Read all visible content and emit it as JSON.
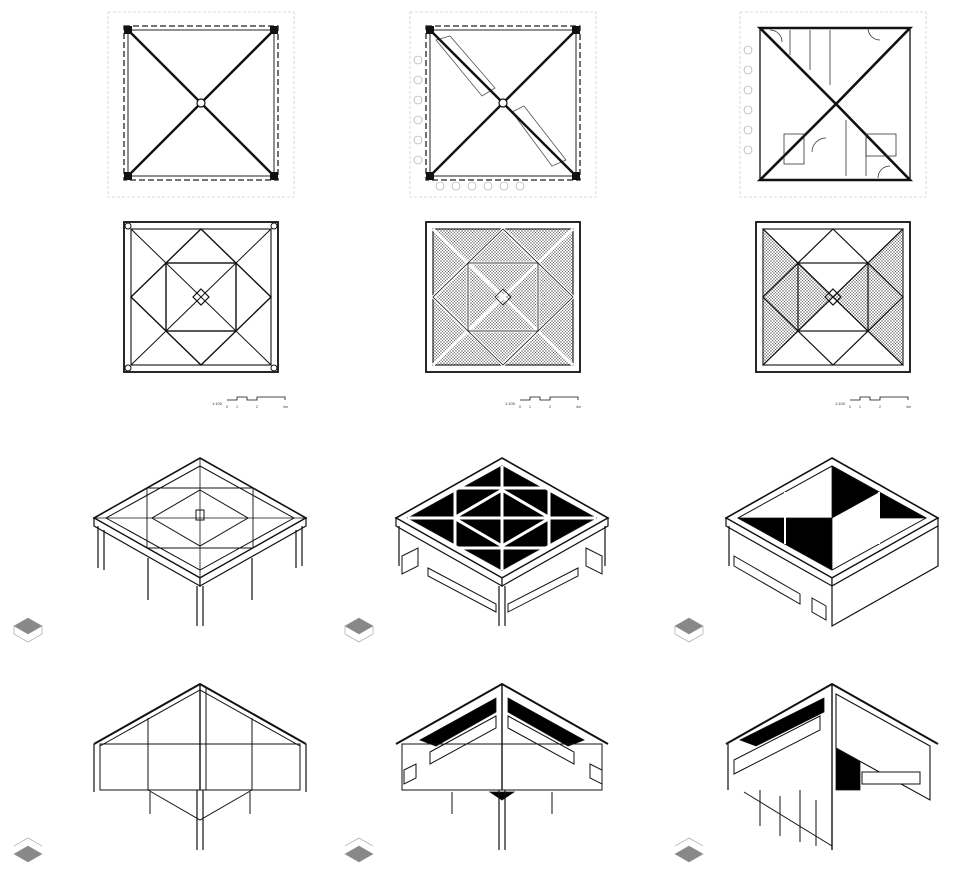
{
  "sheet": {
    "columns": [
      {
        "id": "col-1",
        "variant": "open-frame"
      },
      {
        "id": "col-2",
        "variant": "benches-and-canopy"
      },
      {
        "id": "col-3",
        "variant": "restroom-enclosure"
      }
    ],
    "rows": [
      "floor-plan",
      "roof-plan",
      "axonometric-view",
      "axonometric-section"
    ],
    "scale_bar": {
      "label": "1:100",
      "ticks": [
        "0",
        "1",
        "2",
        "4m"
      ]
    }
  },
  "colors": {
    "line": "#1a1a1a",
    "fill_dark": "#000000",
    "hatch": "#8a8a8a",
    "paper": "#ffffff",
    "dashed_boundary": "#b5b5b5"
  }
}
